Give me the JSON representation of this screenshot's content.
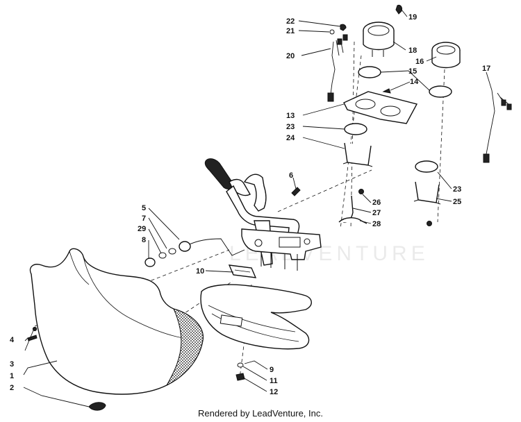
{
  "footer": {
    "credit": "Rendered by LeadVenture, Inc."
  },
  "callouts": {
    "c1": "1",
    "c2": "2",
    "c3": "3",
    "c4": "4",
    "c5": "5",
    "c6": "6",
    "c7": "7",
    "c8": "8",
    "c9": "9",
    "c10": "10",
    "c11": "11",
    "c12": "12",
    "c13": "13",
    "c14": "14",
    "c15": "15",
    "c16": "16",
    "c17": "17",
    "c18": "18",
    "c19": "19",
    "c20": "20",
    "c21": "21",
    "c22": "22",
    "c23a": "23",
    "c23b": "23",
    "c24": "24",
    "c25": "25",
    "c26": "26",
    "c27": "27",
    "c28": "28",
    "c29": "29"
  }
}
